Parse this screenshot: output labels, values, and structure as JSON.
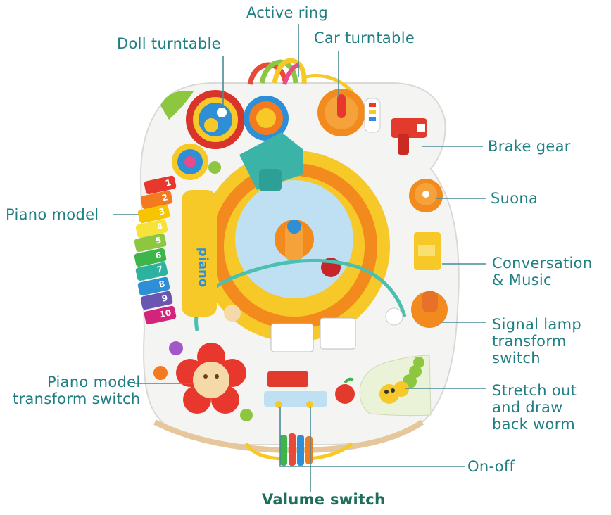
{
  "labels": {
    "active_ring": "Active ring",
    "doll_turntable": "Doll turntable",
    "car_turntable": "Car turntable",
    "brake_gear": "Brake gear",
    "suona": "Suona",
    "piano_model": "Piano model",
    "conversation_music": "Conversation\n& Music",
    "signal_lamp": "Signal lamp\ntransform\nswitch",
    "piano_transform": "Piano model\ntransform switch",
    "stretch_worm": "Stretch out\nand draw\nback worm",
    "on_off": "On-off",
    "volume_switch": "Valume switch"
  },
  "toy": {
    "piano_keys": [
      "1",
      "2",
      "3",
      "4",
      "5",
      "6",
      "7",
      "8",
      "9",
      "10"
    ],
    "piano_key_colors": [
      "#e8382e",
      "#f47a20",
      "#f7c400",
      "#f7e23a",
      "#8dc63f",
      "#3db54a",
      "#2bb3a0",
      "#2e8fd6",
      "#6a56b0",
      "#d4237a"
    ],
    "panel_text": "piano"
  },
  "colors": {
    "label_text": "#1f7f83",
    "leader_line": "#4a8a96",
    "body_white": "#f4f4f2",
    "orange": "#f28a1e",
    "yellow": "#f6c928",
    "light_blue": "#bfe0f2"
  }
}
